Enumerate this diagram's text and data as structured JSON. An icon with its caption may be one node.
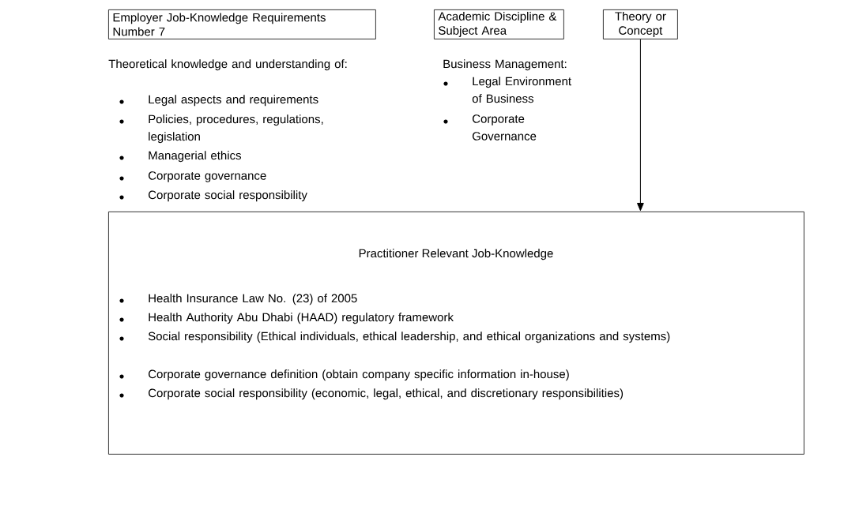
{
  "diagram": {
    "nodes": [
      {
        "text": [
          "Employer Job-Knowledge Requirements Number 7"
        ]
      },
      {
        "text": [
          "Academic Discipline & Subject Area"
        ]
      },
      {
        "text": [
          "Theory or Concept"
        ]
      },
      {
        "text": [
          "Practitioner Relevant Job-Knowledge",
          "Health Insurance Law No. (23) of 2005",
          "Health Authority Abu Dhabi (HAAD) regulatory framework",
          "Social responsibility (Ethical individuals, ethical leadership, and ethical organizations and systems)",
          "Corporate governance definition (obtain company specific information in-house)",
          "Corporate social responsibility (economic, legal, ethical, and discretionary responsibilities)"
        ]
      }
    ],
    "edges": [
      {
        "from": 2,
        "to": 3,
        "arrow": "to"
      }
    ],
    "labels": [
      "Theoretical knowledge and understanding of:",
      "Legal aspects and requirements",
      "Policies, procedures, regulations, legislation",
      "Managerial ethics",
      "Corporate governance",
      "Corporate social responsibility",
      "Business Management:",
      "Legal Environment of Business",
      "Corporate Governance"
    ]
  }
}
